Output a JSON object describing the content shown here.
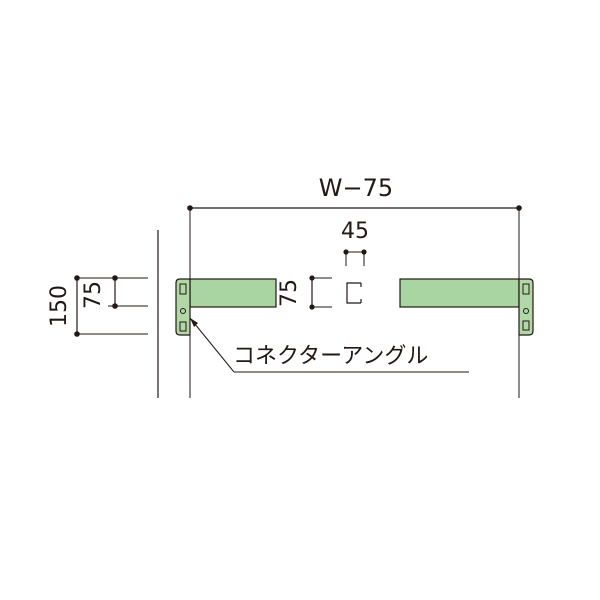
{
  "dimensions": {
    "overall_width": "W−75",
    "opening": "45",
    "beam_height": "75",
    "side_total": "150",
    "side_beam": "75"
  },
  "callout": {
    "connector_label": "コネクターアングル"
  },
  "colors": {
    "beam_fill": "#a8d5a2",
    "angle_fill": "#b2d8a8",
    "line": "#231815"
  }
}
